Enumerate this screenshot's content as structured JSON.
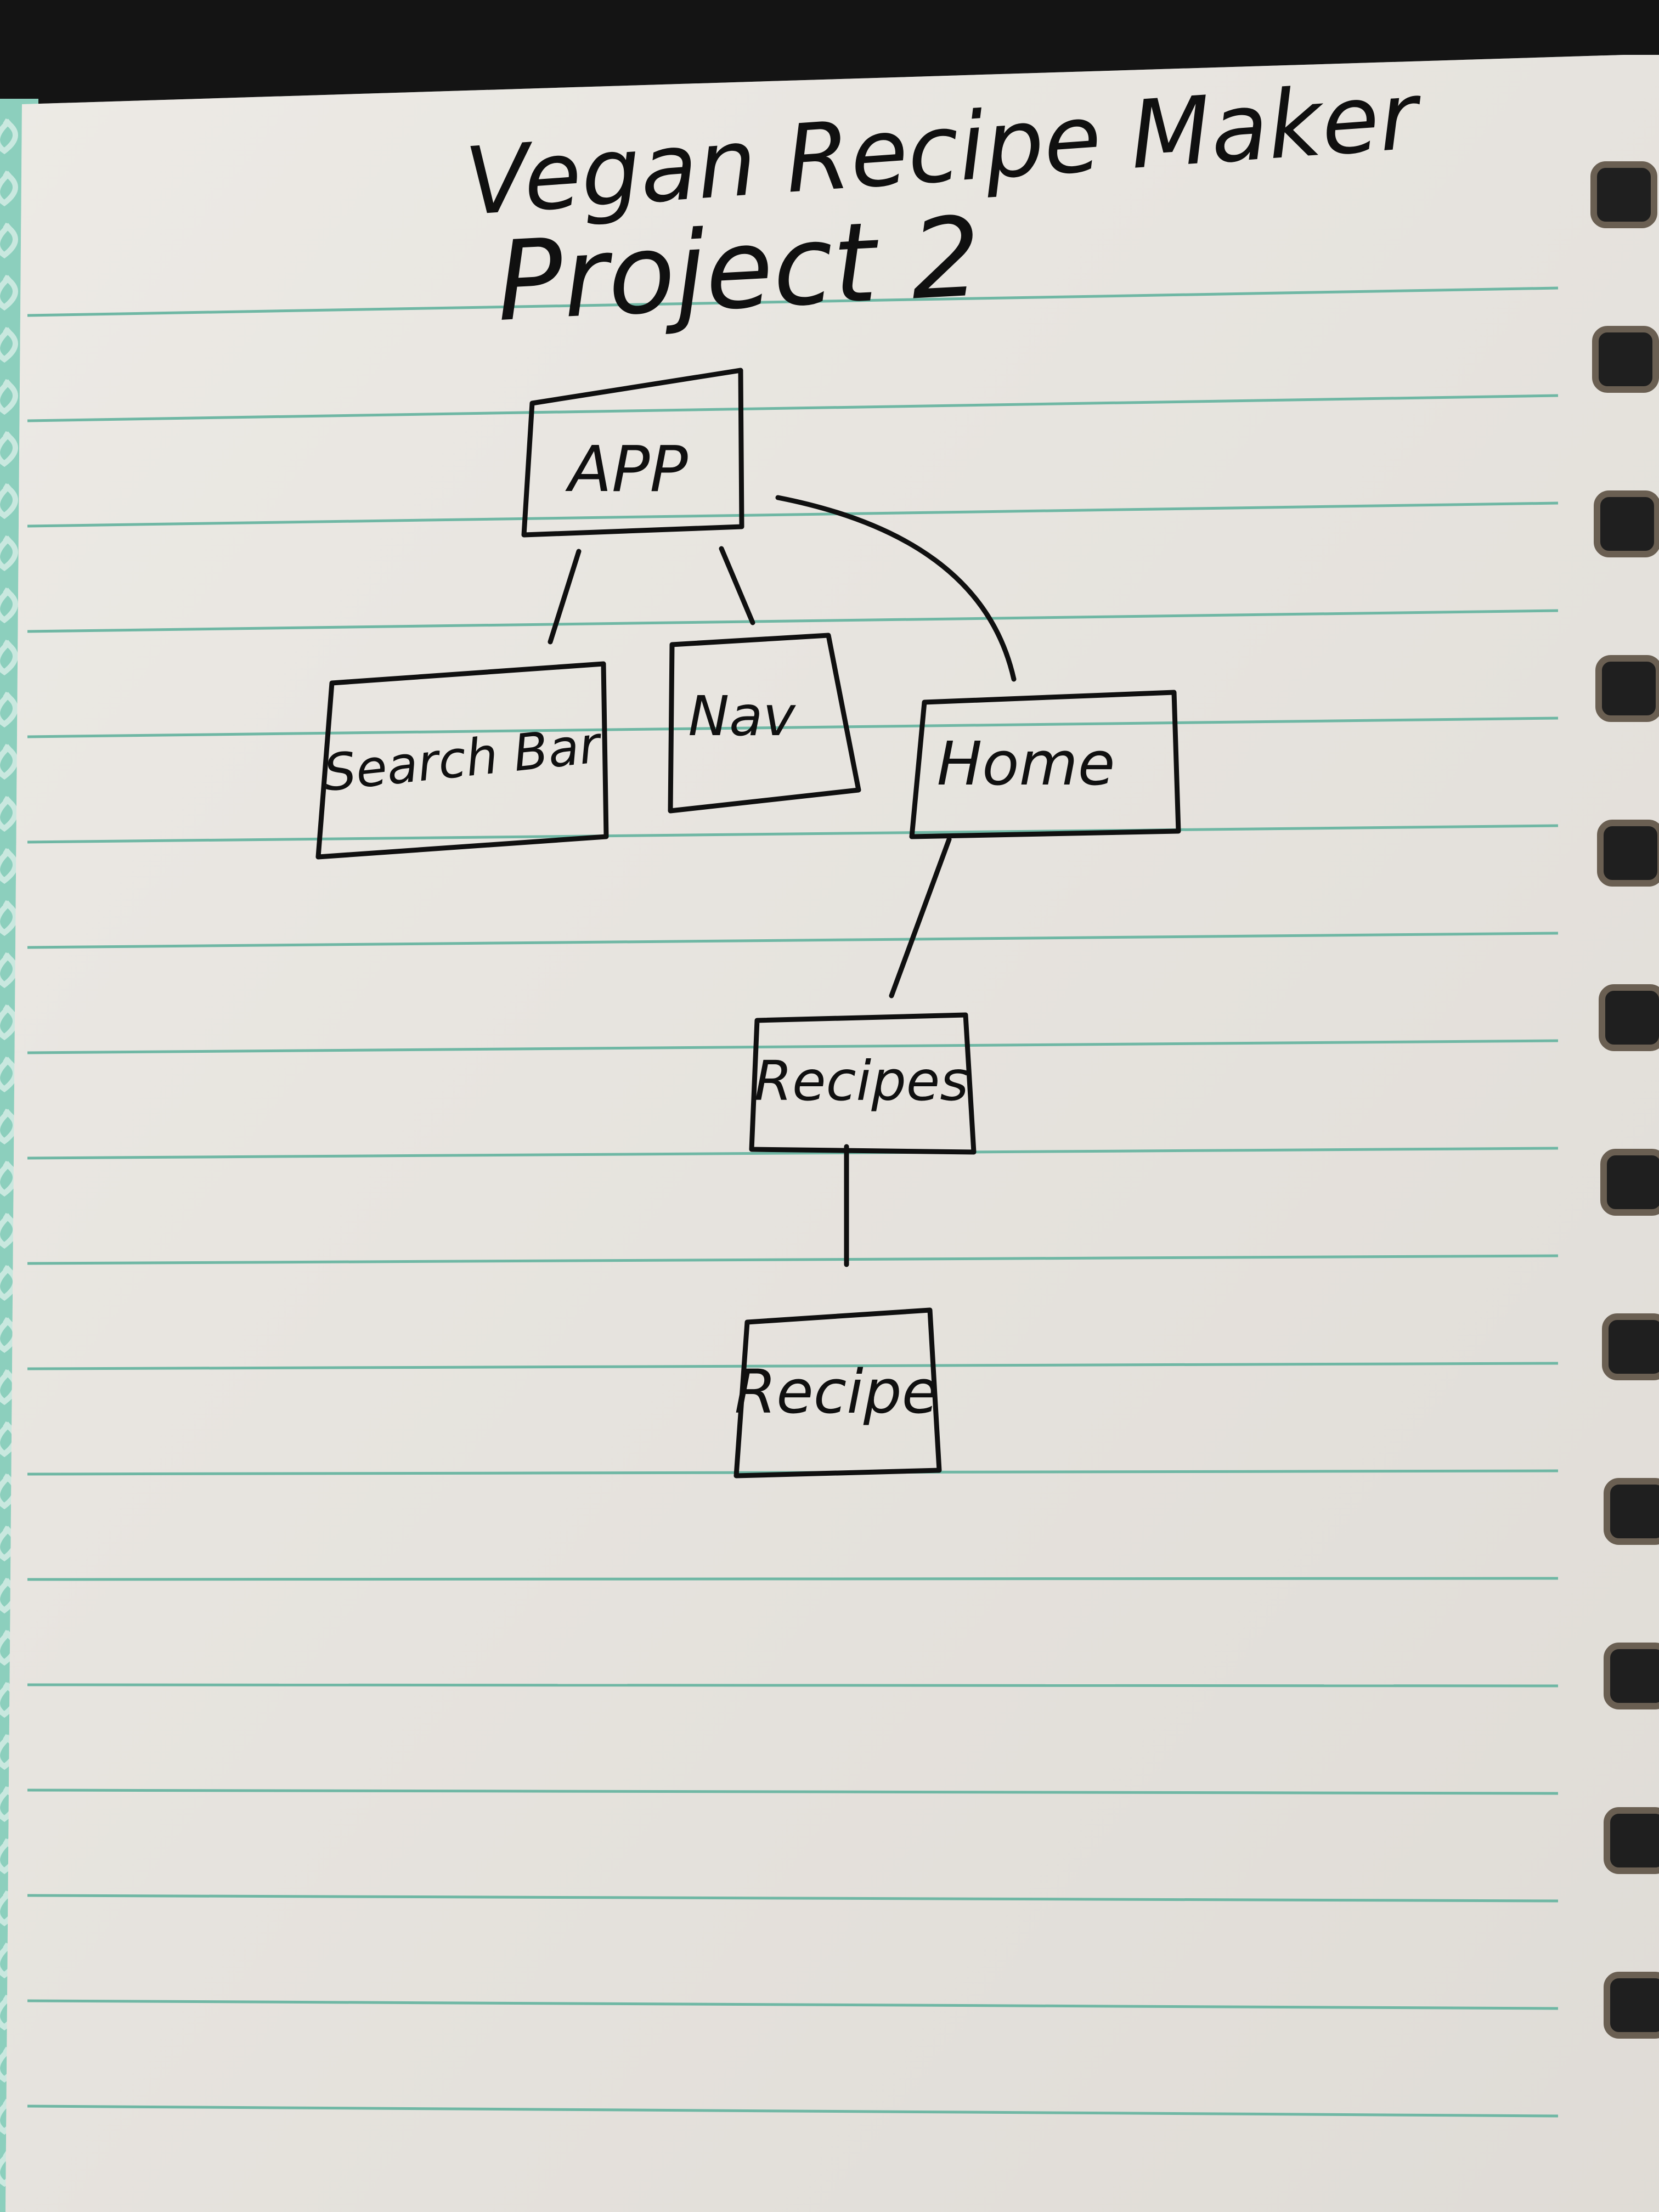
{
  "page": {
    "title": "Vegan Recipe Maker",
    "subtitle": "Project 2"
  },
  "diagram": {
    "nodes": [
      {
        "id": "app",
        "label": "APP"
      },
      {
        "id": "search-bar",
        "label": "Search Bar"
      },
      {
        "id": "nav",
        "label": "Nav"
      },
      {
        "id": "home",
        "label": "Home"
      },
      {
        "id": "recipes",
        "label": "Recipes"
      },
      {
        "id": "recipe",
        "label": "Recipe"
      }
    ],
    "edges": [
      {
        "from": "app",
        "to": "search-bar"
      },
      {
        "from": "app",
        "to": "nav"
      },
      {
        "from": "app",
        "to": "home"
      },
      {
        "from": "home",
        "to": "recipes"
      },
      {
        "from": "recipes",
        "to": "recipe"
      }
    ]
  },
  "colors": {
    "ink": "#101010",
    "paper": "#e9e6e1",
    "rule_line": "#6fb7a4",
    "cover_pattern": "#7fc6b4",
    "binding_ring": "#2b2b2b",
    "background": "#141414"
  }
}
